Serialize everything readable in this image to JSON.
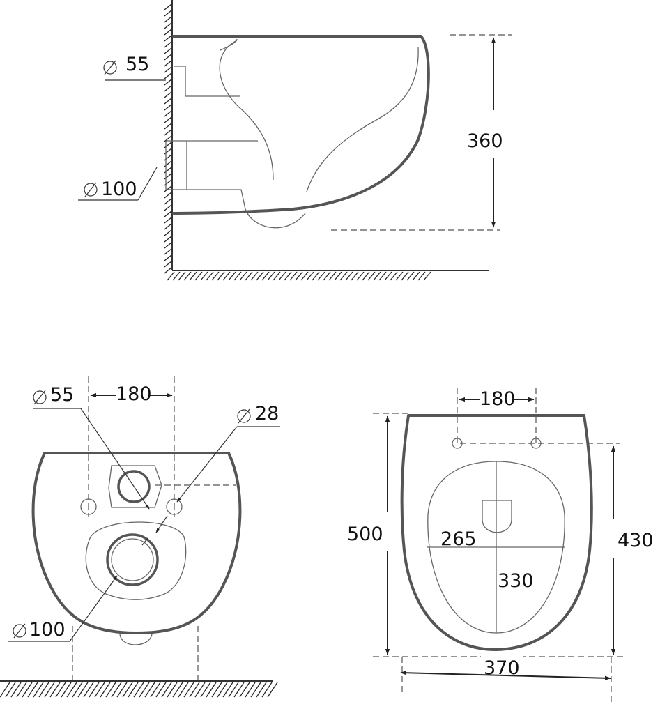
{
  "side_view": {
    "d55_label": "55",
    "d100_label": "100",
    "height_label": "360"
  },
  "rear_view": {
    "width_label": "180",
    "d55_label": "55",
    "d28_label": "28",
    "d100_label": "100"
  },
  "top_view": {
    "bolt_spacing_label": "180",
    "length_label": "500",
    "bolt_to_front_label": "430",
    "seat_width_label": "265",
    "seat_length_label": "330",
    "width_label": "370"
  },
  "colors": {
    "outline": "#555555",
    "text": "#111111"
  }
}
